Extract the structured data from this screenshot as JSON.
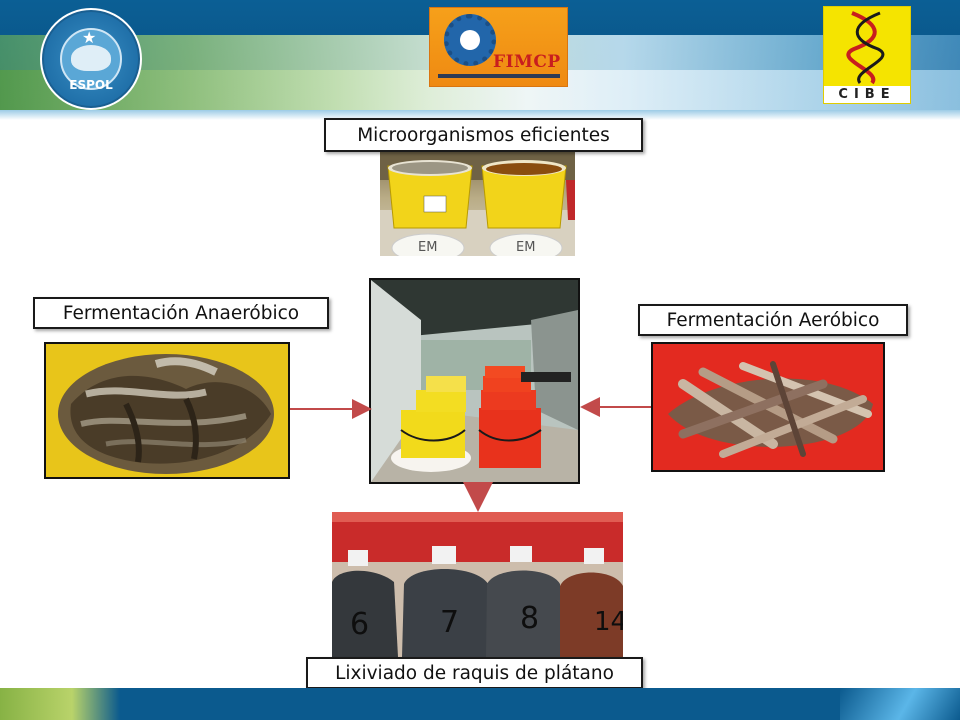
{
  "header": {
    "seal_label": "ESPOL",
    "fimcp_label": "FIMCP",
    "cibe_label": "CIBE"
  },
  "captions": {
    "micro": "Microorganismos eficientes",
    "anaerobic": "Fermentación Anaeróbico",
    "aerobic": "Fermentación Aeróbico",
    "leachate": "Lixiviado de raquis de plátano"
  },
  "photo_text": {
    "bucket_left": "EM",
    "bucket_right": "EM",
    "bottles": [
      "6",
      "7",
      "8",
      "14"
    ]
  },
  "colors": {
    "header_blue": "#0b5f95",
    "arrow_red": "#c24a4a",
    "fimcp_orange": "#f6a01a",
    "cibe_yellow": "#f5e400"
  }
}
